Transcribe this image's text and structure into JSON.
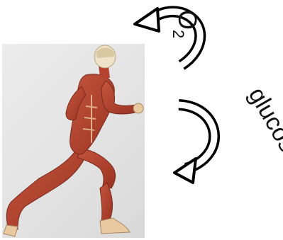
{
  "image": {
    "subject": "running-anatomy-figure",
    "background_color": "#e3e3e3",
    "muscle_color": "#b5432f",
    "tendon_color": "#e8c9a0",
    "head_color": "#efe4c9"
  },
  "labels": {
    "oxygen_main": "O",
    "oxygen_sub": "2",
    "glucose": "glucose"
  },
  "arrows": [
    {
      "name": "oxygen-arrow",
      "direction": "curved-left-up",
      "stroke": "#000000",
      "fill": "#ffffff"
    },
    {
      "name": "glucose-arrow",
      "direction": "curved-left-down",
      "stroke": "#000000",
      "fill": "#ffffff"
    }
  ]
}
